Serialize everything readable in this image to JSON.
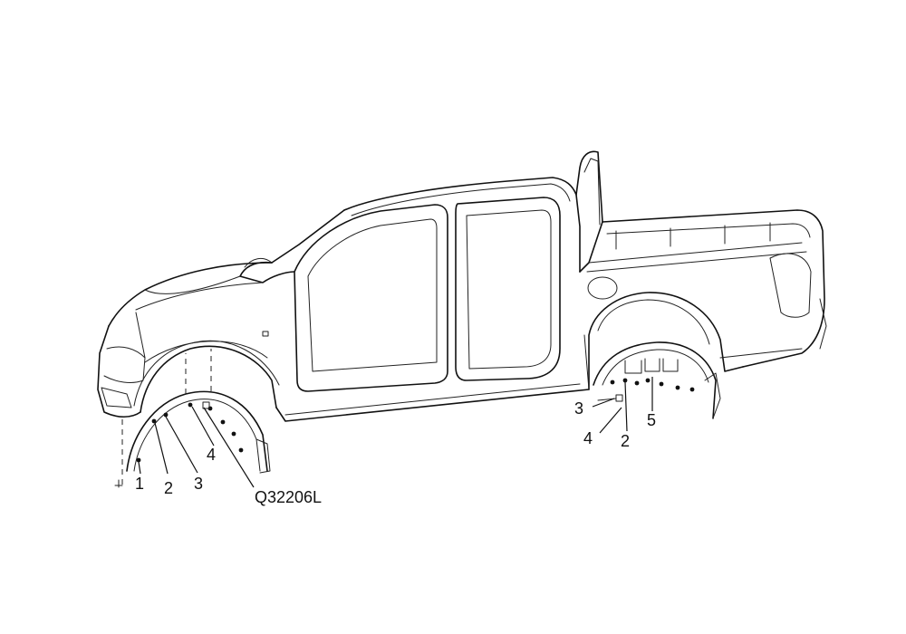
{
  "diagram": {
    "front_callouts": [
      "1",
      "2",
      "3",
      "4"
    ],
    "part_code": "Q32206L",
    "rear_callouts": [
      "3",
      "4",
      "2",
      "5"
    ]
  }
}
